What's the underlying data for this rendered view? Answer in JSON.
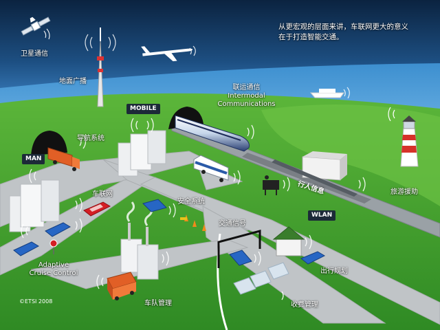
{
  "intro": {
    "line1": "从更宏观的层面来讲，车联网更大的意义",
    "line2": "在于打造智能交通。"
  },
  "labels": {
    "satellite": "卫星通信",
    "terrestrial_broadcast": "地面广播",
    "navigation": "导航系统",
    "telematics": "车联网",
    "safety_system": "安全系统",
    "traffic_signal": "交通信号",
    "trip_planning": "出行规划",
    "fleet_management": "车队管理",
    "toll_management": "收费管理",
    "tourism_assistance": "旅游援助",
    "pedestrian_info": "行人信息",
    "intermodal_cn": "联运通信",
    "intermodal_en_1": "Intermodal",
    "intermodal_en_2": "Communications",
    "adaptive_1": "Adaptive",
    "adaptive_2": "Cruise Control"
  },
  "badges": {
    "mobile": "MOBILE",
    "man": "MAN",
    "wlan": "WLAN"
  },
  "copyright": "©ETSI 2008",
  "colors": {
    "sky_top": "#0d2746",
    "sky_bottom": "#2a6fa8",
    "sea": "#3b86c6",
    "grass": "#4faa34",
    "grass_light": "#7cc64a",
    "road": "#bfc3c6",
    "badge": "#1c2a38"
  },
  "icons": [
    "satellite-icon",
    "airplane-icon",
    "broadcast-tower-icon",
    "ship-icon",
    "lighthouse-icon",
    "train-icon",
    "truck-icon",
    "bus-icon",
    "car-icon",
    "stop-sign-icon",
    "house-icon",
    "gantry-icon",
    "traffic-cone-icon"
  ]
}
